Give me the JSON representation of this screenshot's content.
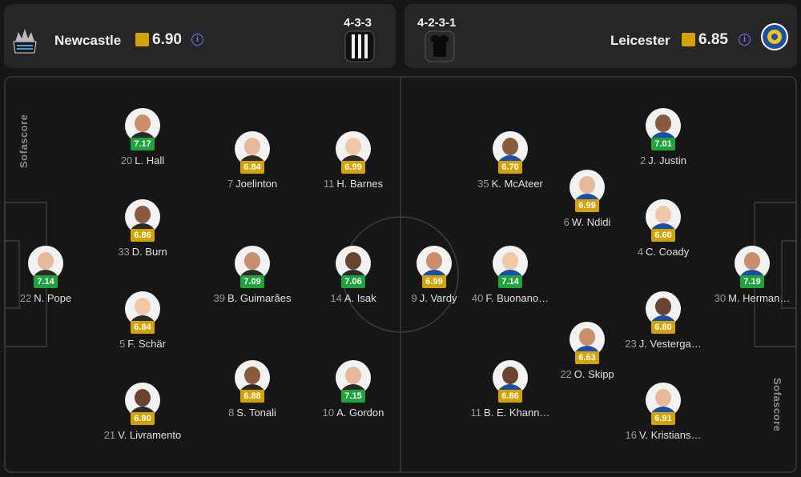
{
  "home": {
    "name": "Newcastle",
    "rating": "6.90",
    "formation": "4-3-3",
    "crest_icon": "newcastle-crest-icon",
    "kit_icon": "striped-shirt-icon"
  },
  "away": {
    "name": "Leicester",
    "rating": "6.85",
    "formation": "4-2-3-1",
    "crest_icon": "leicester-crest-icon",
    "kit_icon": "black-shirt-icon"
  },
  "watermark": "Sofascore",
  "colors": {
    "rating_high": "#1fa33c",
    "rating_mid": "#d4a300",
    "info_icon": "#6e7bff"
  },
  "players": [
    {
      "num": "22",
      "name": "N. Pope",
      "rating": "7.14",
      "tier": "green"
    },
    {
      "num": "20",
      "name": "L. Hall",
      "rating": "7.17",
      "tier": "green"
    },
    {
      "num": "33",
      "name": "D. Burn",
      "rating": "6.86",
      "tier": "yellow"
    },
    {
      "num": "5",
      "name": "F. Schär",
      "rating": "6.84",
      "tier": "yellow"
    },
    {
      "num": "21",
      "name": "V. Livramento",
      "rating": "6.80",
      "tier": "yellow"
    },
    {
      "num": "7",
      "name": "Joelinton",
      "rating": "6.84",
      "tier": "yellow"
    },
    {
      "num": "39",
      "name": "B. Guimarães",
      "rating": "7.09",
      "tier": "green"
    },
    {
      "num": "8",
      "name": "S. Tonali",
      "rating": "6.88",
      "tier": "yellow"
    },
    {
      "num": "11",
      "name": "H. Barnes",
      "rating": "6.99",
      "tier": "yellow"
    },
    {
      "num": "14",
      "name": "A. Isak",
      "rating": "7.06",
      "tier": "green"
    },
    {
      "num": "10",
      "name": "A. Gordon",
      "rating": "7.15",
      "tier": "green"
    },
    {
      "num": "9",
      "name": "J. Vardy",
      "rating": "6.99",
      "tier": "yellow"
    },
    {
      "num": "35",
      "name": "K. McAteer",
      "rating": "6.70",
      "tier": "yellow"
    },
    {
      "num": "40",
      "name": "F. Buonano…",
      "rating": "7.14",
      "tier": "green"
    },
    {
      "num": "11",
      "name": "B. E. Khann…",
      "rating": "6.86",
      "tier": "yellow"
    },
    {
      "num": "6",
      "name": "W. Ndidi",
      "rating": "6.99",
      "tier": "yellow"
    },
    {
      "num": "22",
      "name": "O. Skipp",
      "rating": "6.63",
      "tier": "yellow"
    },
    {
      "num": "2",
      "name": "J. Justin",
      "rating": "7.01",
      "tier": "green"
    },
    {
      "num": "4",
      "name": "C. Coady",
      "rating": "6.60",
      "tier": "yellow"
    },
    {
      "num": "23",
      "name": "J. Vesterga…",
      "rating": "6.80",
      "tier": "yellow"
    },
    {
      "num": "16",
      "name": "V. Kristians…",
      "rating": "6.91",
      "tier": "yellow"
    },
    {
      "num": "30",
      "name": "M. Herman…",
      "rating": "7.19",
      "tier": "green"
    }
  ]
}
